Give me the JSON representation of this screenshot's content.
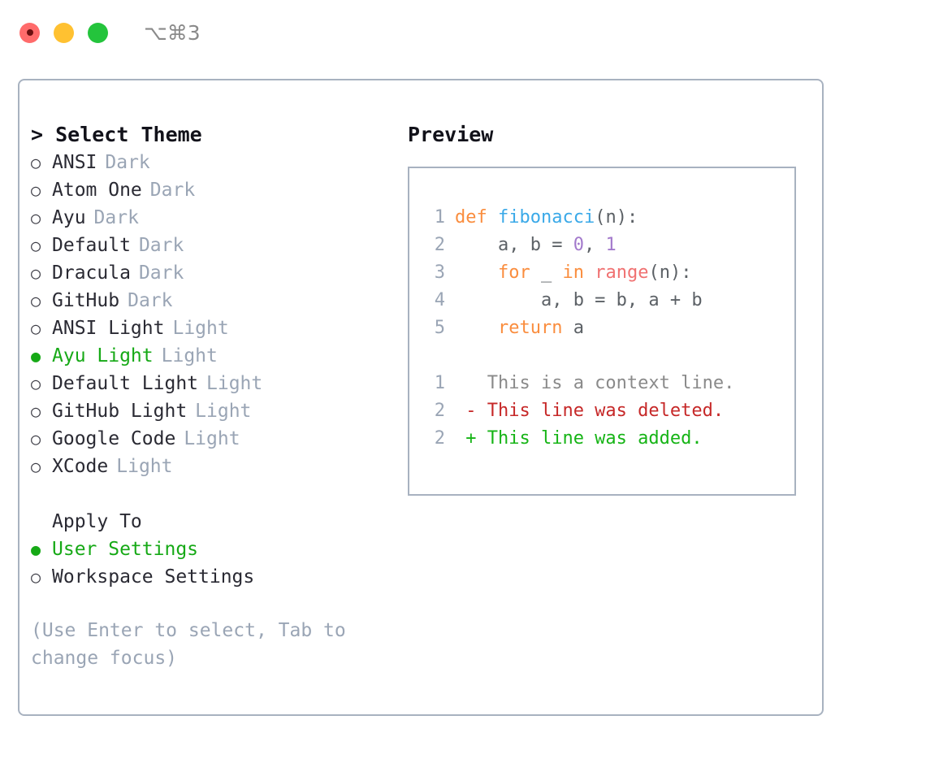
{
  "titlebar": {
    "shortcut": "⌥⌘3",
    "buttons": [
      {
        "name": "close",
        "color": "#ff6b6b"
      },
      {
        "name": "minimize",
        "color": "#ffc131"
      },
      {
        "name": "maximize",
        "color": "#24c43c"
      }
    ]
  },
  "theme_selector": {
    "heading": "> Select Theme",
    "bullet_selected": "●",
    "bullet_unselected": "○",
    "options": [
      {
        "label": "ANSI",
        "badge": "Dark",
        "selected": false
      },
      {
        "label": "Atom One",
        "badge": "Dark",
        "selected": false
      },
      {
        "label": "Ayu",
        "badge": "Dark",
        "selected": false
      },
      {
        "label": "Default",
        "badge": "Dark",
        "selected": false
      },
      {
        "label": "Dracula",
        "badge": "Dark",
        "selected": false
      },
      {
        "label": "GitHub",
        "badge": "Dark",
        "selected": false
      },
      {
        "label": "ANSI Light",
        "badge": "Light",
        "selected": false
      },
      {
        "label": "Ayu Light",
        "badge": "Light",
        "selected": true
      },
      {
        "label": "Default Light",
        "badge": "Light",
        "selected": false
      },
      {
        "label": "GitHub Light",
        "badge": "Light",
        "selected": false
      },
      {
        "label": "Google Code",
        "badge": "Light",
        "selected": false
      },
      {
        "label": "XCode",
        "badge": "Light",
        "selected": false
      }
    ]
  },
  "apply_to": {
    "heading": "Apply To",
    "options": [
      {
        "label": "User Settings",
        "selected": true
      },
      {
        "label": "Workspace Settings",
        "selected": false
      }
    ]
  },
  "hint": "(Use Enter to select, Tab to change focus)",
  "preview": {
    "heading": "Preview",
    "code_lines": [
      {
        "lineno": "1",
        "tokens": [
          {
            "text": "def ",
            "style": "kw"
          },
          {
            "text": "fibonacci",
            "style": "fn"
          },
          {
            "text": "(n):",
            "style": "pl"
          }
        ]
      },
      {
        "lineno": "2",
        "tokens": [
          {
            "text": "    a, b = ",
            "style": "pl"
          },
          {
            "text": "0",
            "style": "num"
          },
          {
            "text": ", ",
            "style": "pl"
          },
          {
            "text": "1",
            "style": "num"
          }
        ]
      },
      {
        "lineno": "3",
        "tokens": [
          {
            "text": "    ",
            "style": "pl"
          },
          {
            "text": "for",
            "style": "kw"
          },
          {
            "text": " _ ",
            "style": "pl"
          },
          {
            "text": "in",
            "style": "kw"
          },
          {
            "text": " ",
            "style": "pl"
          },
          {
            "text": "range",
            "style": "bi"
          },
          {
            "text": "(n):",
            "style": "pl"
          }
        ]
      },
      {
        "lineno": "4",
        "tokens": [
          {
            "text": "        a, b = b, a + b",
            "style": "pl"
          }
        ]
      },
      {
        "lineno": "5",
        "tokens": [
          {
            "text": "    ",
            "style": "pl"
          },
          {
            "text": "return",
            "style": "kw"
          },
          {
            "text": " a",
            "style": "pl"
          }
        ]
      }
    ],
    "diff_lines": [
      {
        "lineno": "1",
        "text": "   This is a context line.",
        "style": "ctx"
      },
      {
        "lineno": "2",
        "text": " - This line was deleted.",
        "style": "del"
      },
      {
        "lineno": "2",
        "text": " + This line was added.",
        "style": "add"
      }
    ]
  }
}
